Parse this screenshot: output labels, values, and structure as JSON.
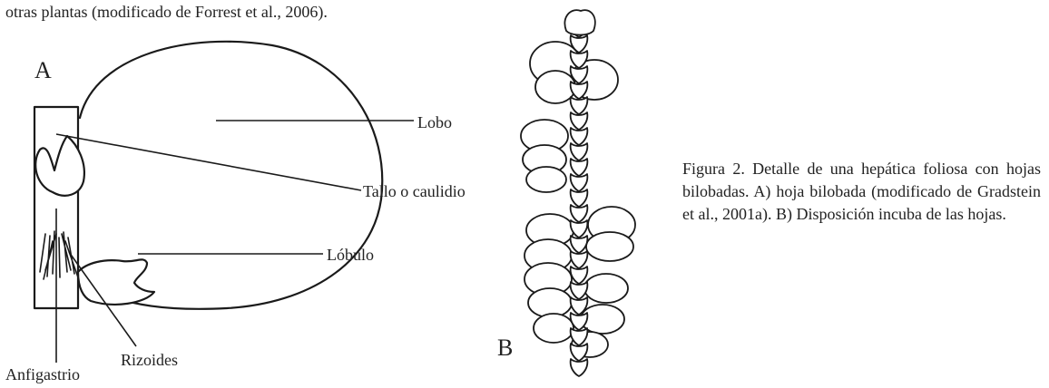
{
  "top_text": "otras plantas (modificado de Forrest et al., 2006).",
  "figure": {
    "panel_a": {
      "letter": "A",
      "labels": {
        "lobo": "Lobo",
        "tallo": "Tallo o caulidio",
        "lobulo": "Lóbulo",
        "rizoides": "Rizoides",
        "anfigastrio": "Anfigastrio"
      }
    },
    "panel_b": {
      "letter": "B"
    },
    "caption": "Figura 2. Detalle de una hepática foliosa con hojas bilobadas. A) hoja bilobada (modificado de Gradstein et al., 2001a). B) Disposición incuba de las hojas."
  }
}
